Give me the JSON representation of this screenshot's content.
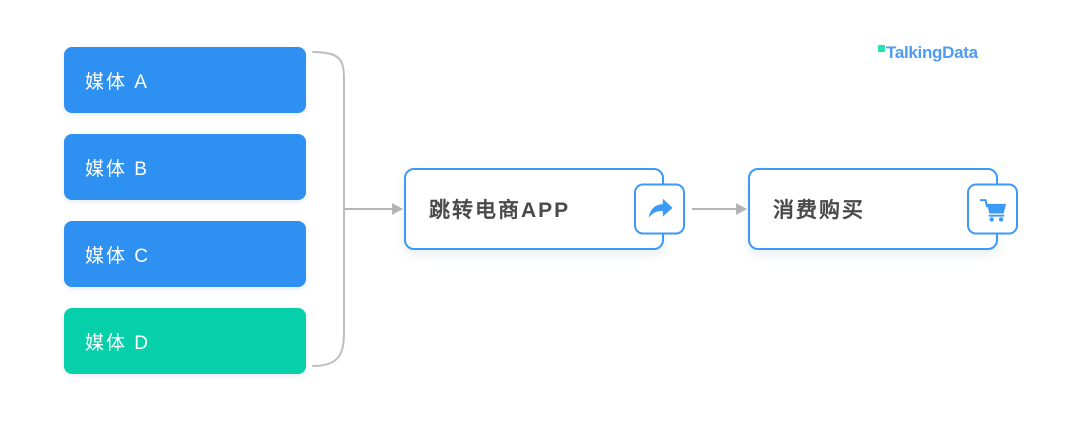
{
  "branding": {
    "logo_text": "TalkingData",
    "logo_mark": "square-accent-icon",
    "logo_color": "#4C9BF5",
    "logo_mark_color": "#22E3B0"
  },
  "colors": {
    "media_blue": "#2E90F0",
    "media_green": "#06D0A9",
    "card_border_blue": "#3C9AF5",
    "connector_gray": "#B8B8B8",
    "label_gray": "#4A4A4A",
    "background": "#FFFFFF"
  },
  "media_sources": {
    "items": [
      {
        "label": "媒体 A",
        "variant": "blue"
      },
      {
        "label": "媒体 B",
        "variant": "blue"
      },
      {
        "label": "媒体 C",
        "variant": "blue"
      },
      {
        "label": "媒体 D",
        "variant": "green"
      }
    ]
  },
  "flow": {
    "steps": [
      {
        "label": "跳转电商APP",
        "icon": "share-arrow-icon"
      },
      {
        "label": "消费购买",
        "icon": "shopping-cart-icon"
      }
    ],
    "connectors": [
      {
        "name": "brace-to-redirect",
        "type": "brace-arrow"
      },
      {
        "name": "redirect-to-purchase",
        "type": "arrow"
      }
    ]
  }
}
